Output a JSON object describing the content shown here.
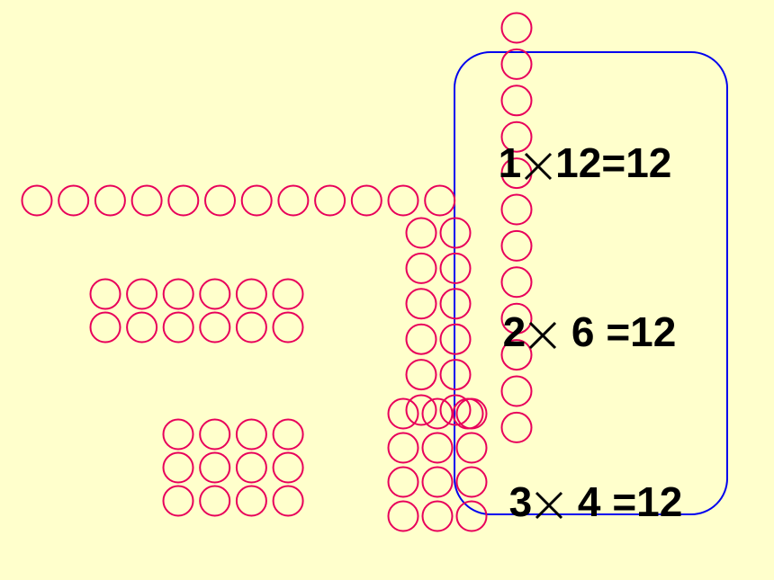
{
  "colors": {
    "background": "#FFFFCC",
    "circle_stroke": "#E8005A",
    "box_stroke": "#0000EE",
    "text": "#000000"
  },
  "groups": [
    {
      "name": "row-of-12",
      "rows": 1,
      "cols": 12
    },
    {
      "name": "grid-2-by-6",
      "rows": 2,
      "cols": 6
    },
    {
      "name": "grid-3-by-4",
      "rows": 3,
      "cols": 4
    },
    {
      "name": "column-of-12",
      "rows": 12,
      "cols": 1
    },
    {
      "name": "grid-6-by-2",
      "rows": 6,
      "cols": 2
    },
    {
      "name": "grid-4-by-3",
      "rows": 4,
      "cols": 3
    }
  ],
  "equations": [
    {
      "a": "1",
      "b": "12",
      "result": "=12"
    },
    {
      "a": "2",
      "b": " 6 ",
      "result": "=12"
    },
    {
      "a": "3",
      "b": " 4 ",
      "result": "=12"
    }
  ]
}
